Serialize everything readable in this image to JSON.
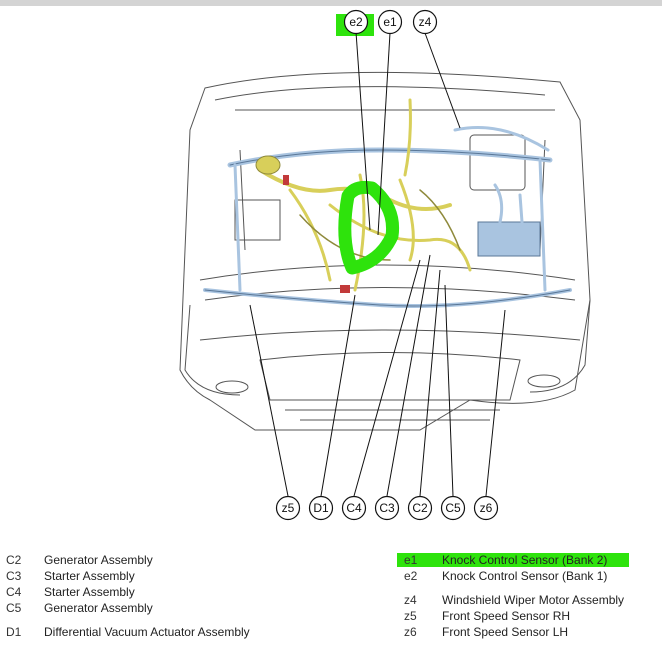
{
  "callouts_top": [
    "e2",
    "e1",
    "z4"
  ],
  "callouts_bottom": [
    "z5",
    "D1",
    "C4",
    "C3",
    "C2",
    "C5",
    "z6"
  ],
  "legend_left": [
    {
      "code": "C2",
      "label": "Generator Assembly"
    },
    {
      "code": "C3",
      "label": "Starter Assembly"
    },
    {
      "code": "C4",
      "label": "Starter Assembly"
    },
    {
      "code": "C5",
      "label": "Generator Assembly"
    },
    {
      "code": "D1",
      "label": "Differential Vacuum Actuator Assembly"
    }
  ],
  "legend_right": [
    {
      "code": "e1",
      "label": "Knock Control Sensor (Bank 2)"
    },
    {
      "code": "e2",
      "label": "Knock Control Sensor (Bank 1)"
    },
    {
      "code": "z4",
      "label": "Windshield Wiper Motor Assembly"
    },
    {
      "code": "z5",
      "label": "Front Speed Sensor RH"
    },
    {
      "code": "z6",
      "label": "Front Speed Sensor LH"
    }
  ],
  "colors": {
    "highlight": "#2ee30c",
    "harness_yellow": "#d8cf5a",
    "harness_blue": "#a9c4e0",
    "outline": "#555555"
  }
}
